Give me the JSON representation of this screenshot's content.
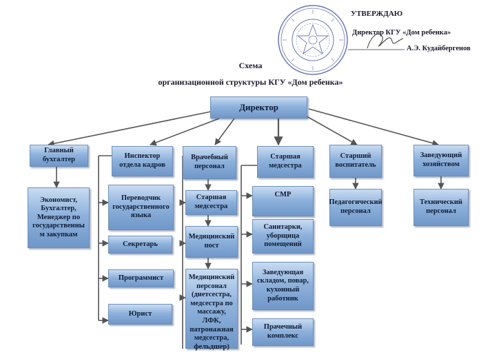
{
  "approval": {
    "approve": "УТВЕРЖДАЮ",
    "position": "Директор КГУ «Дом ребенка»",
    "name": "А.Э. Кудайбергенов"
  },
  "heading": {
    "line1": "Схема",
    "line2": "организационной структуры КГУ «Дом ребенка»"
  },
  "nodes": {
    "director": "Директор",
    "chief_accountant": "Главный бухгалтер",
    "economist": "Экономист, Бухгалтер, Менеджер по государственны м закупкам",
    "hr_inspector": "Инспектор отдела кадров",
    "translator": "Переводчик государственного языка",
    "secretary": "Секретарь",
    "programmer": "Программист",
    "lawyer": "Юрист",
    "medical_staff": "Врачебный персонал",
    "head_nurse_a": "Старшая медсестра",
    "medical_post": "Медицинский пост",
    "medical_personnel": "Медицинский персонал (диетсестра, медсестра по массажу, ЛФК, патронажная медсестра, фельдшер)",
    "head_nurse_b": "Старшая медсестра",
    "smr": "СМР",
    "orderlies": "Санитарки, уборщица помещений",
    "storekeeper": "Заведующая складом, повар, кухонный работник",
    "laundry": "Прачечный комплекс",
    "senior_educator": "Старший воспитатель",
    "pedagogical": "Педагогический персонал",
    "housekeeping_head": "Заведующий хозяйством",
    "technical": "Технический персонал"
  },
  "colors": {
    "box_top": "#c9dcf2",
    "box_bottom": "#6f97c8",
    "line": "#555555",
    "stamp": "#6b74b8"
  }
}
